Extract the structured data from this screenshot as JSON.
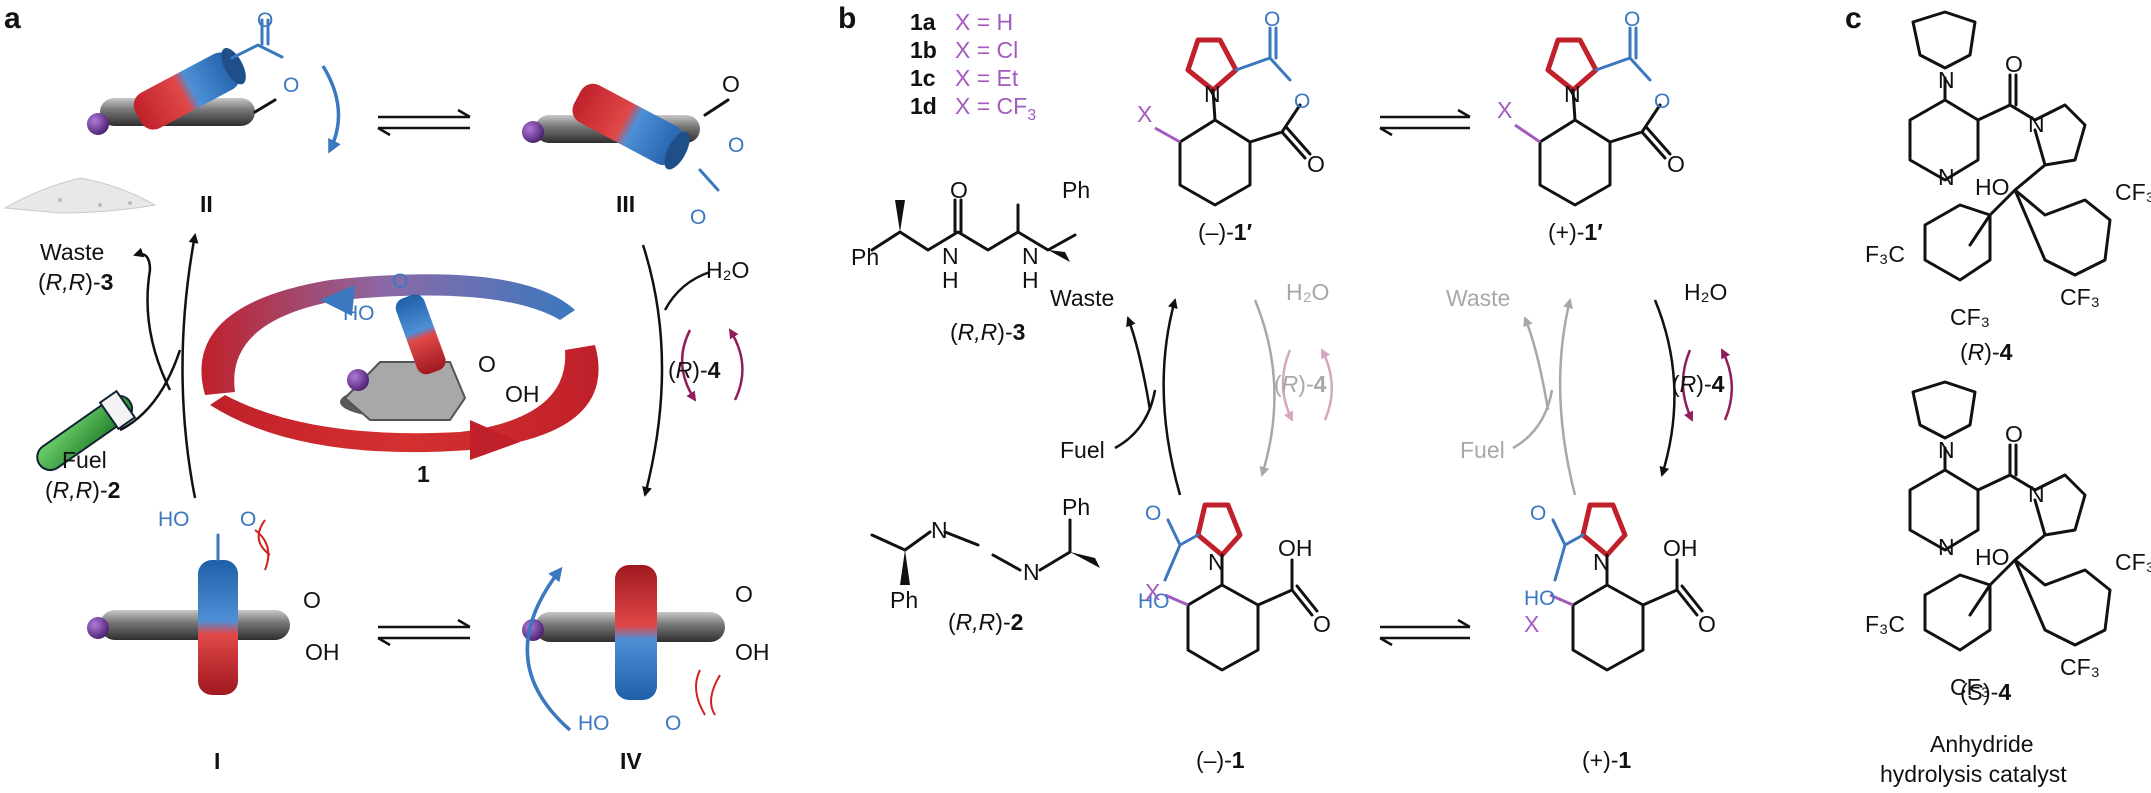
{
  "panels": {
    "a": "a",
    "b": "b",
    "c": "c"
  },
  "panel_a": {
    "state_II": "II",
    "state_III": "III",
    "state_I": "I",
    "state_IV": "IV",
    "compound_1": "1",
    "water": "H₂O",
    "catalyst_prefix": "(",
    "catalyst_config": "R",
    "catalyst_suffix": ")-",
    "catalyst_num": "4",
    "waste_label": "Waste",
    "waste_prefix": "(",
    "waste_config": "R,R",
    "waste_suffix": ")-",
    "waste_num": "3",
    "fuel_label": "Fuel",
    "fuel_prefix": "(",
    "fuel_config": "R,R",
    "fuel_suffix": ")-",
    "fuel_num": "2",
    "ho": "HO",
    "oh": "OH",
    "o": "O"
  },
  "panel_b": {
    "legend": [
      {
        "id": "1a",
        "sub": "X = H"
      },
      {
        "id": "1b",
        "sub": "X = Cl"
      },
      {
        "id": "1c",
        "sub": "X = Et"
      },
      {
        "id": "1d",
        "sub": "X = CF",
        "subscript": "3"
      }
    ],
    "urea_label_prefix": "(",
    "urea_label_config": "R,R",
    "urea_label_suffix": ")-",
    "urea_label_num": "3",
    "carbodiimide_label_prefix": "(",
    "carbodiimide_label_config": "R,R",
    "carbodiimide_label_suffix": ")-",
    "carbodiimide_label_num": "2",
    "anhydride_minus": "(–)-",
    "anhydride_minus_num": "1′",
    "anhydride_plus": "(+)-",
    "anhydride_plus_num": "1′",
    "acid_minus": "(–)-",
    "acid_minus_num": "1",
    "acid_plus": "(+)-",
    "acid_plus_num": "1",
    "waste": "Waste",
    "fuel": "Fuel",
    "water": "H₂O",
    "catalyst_prefix": "(",
    "catalyst_config": "R",
    "catalyst_suffix": ")-",
    "catalyst_num": "4",
    "ph": "Ph",
    "x": "X",
    "n": "N",
    "h": "H",
    "o": "O",
    "oh": "OH",
    "ho": "HO"
  },
  "panel_c": {
    "catalyst_r_prefix": "(",
    "catalyst_r_config": "R",
    "catalyst_r_suffix": ")-",
    "catalyst_r_num": "4",
    "catalyst_s_prefix": "(",
    "catalyst_s_config": "S",
    "catalyst_s_suffix": ")-",
    "catalyst_s_num": "4",
    "caption_line1": "Anhydride",
    "caption_line2": "hydrolysis catalyst",
    "cf3": "CF₃",
    "f3c": "F₃C",
    "ho": "HO",
    "n": "N",
    "o": "O"
  },
  "colors": {
    "blue": "#3b78bf",
    "red": "#c0202a",
    "purple": "#a35bbf",
    "magenta": "#8e1f5c",
    "grey": "#a8a8a8",
    "green": "#2e9b3a"
  }
}
